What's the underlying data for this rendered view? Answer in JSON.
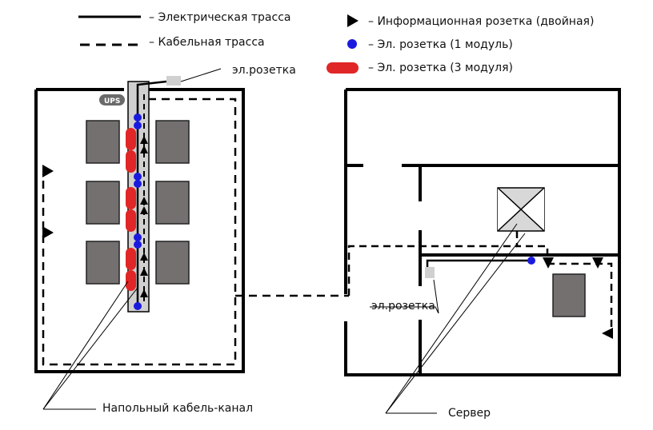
{
  "legend": {
    "electric_route": "– Электрическая трасса",
    "cable_route": "– Кабельная трасса",
    "info_socket": "– Информационная розетка (двойная)",
    "socket_1": "– Эл. розетка (1 модуль)",
    "socket_3": "– Эл. розетка (3 модуля)"
  },
  "labels": {
    "socket_top": "эл.розетка",
    "socket_right": "эл.розетка",
    "ups": "UPS",
    "floor_channel": "Напольный кабель-канал",
    "server": "Сервер"
  },
  "colors": {
    "wall": "#000000",
    "desk": "#757070",
    "socket_1": "#1a1adf",
    "socket_3": "#e02626",
    "channel": "#d0d0d0",
    "ups_badge": "#6a6a6a"
  },
  "icons": {
    "info_socket": "triangle-icon",
    "socket_1": "blue-dot-icon",
    "socket_3": "red-capsule-icon",
    "server": "server-crossed-box-icon"
  }
}
